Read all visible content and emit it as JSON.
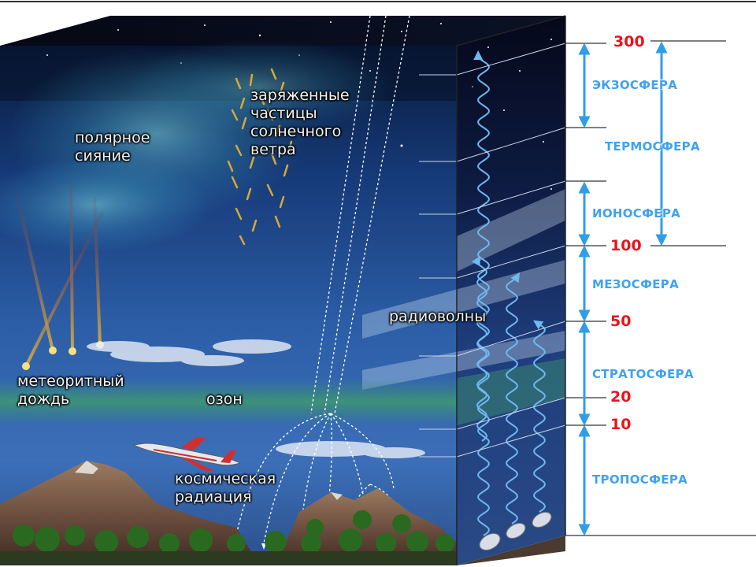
{
  "labels": {
    "aurora": "полярное\nсияние",
    "charged_particles": "заряженные\nчастицы\nсолнечного\nветра",
    "radio_waves": "радиоволны",
    "meteor_shower": "метеоритный\nдождь",
    "ozone": "озон",
    "cosmic_radiation": "космическая\nрадиация"
  },
  "layers": {
    "exosphere": "ЭКЗОСФЕРА",
    "thermosphere": "ТЕРМОСФЕРА",
    "ionosphere": "ИОНОСФЕРА",
    "mesosphere": "МЕЗОСФЕРА",
    "stratosphere": "СТРАТОСФЕРА",
    "troposphere": "ТРОПОСФЕРА"
  },
  "altitudes": {
    "a300": "300",
    "a100": "100",
    "a50": "50",
    "a20": "20",
    "a10": "10"
  },
  "colors": {
    "layer_label": "#3fa2f0",
    "altitude_label": "#e8141b",
    "arrow": "#2f9de8"
  }
}
